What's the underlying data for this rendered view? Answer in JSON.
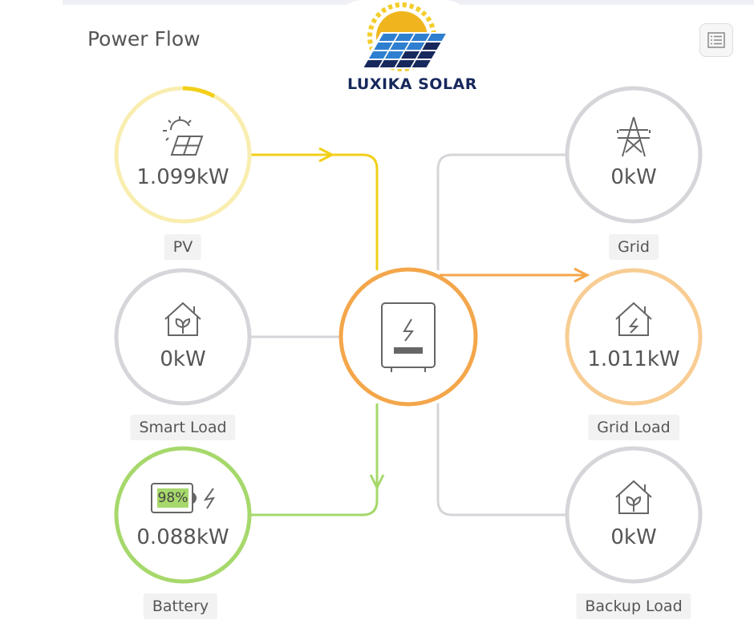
{
  "header": {
    "title": "Power Flow",
    "logo_text": "LUXIKA SOLAR",
    "menu_icon": "list-icon"
  },
  "nodes": {
    "pv": {
      "label": "PV",
      "value": "1.099kW",
      "icon": "solar-panel-icon"
    },
    "smart_load": {
      "label": "Smart Load",
      "value": "0kW",
      "icon": "house-leaf-icon"
    },
    "battery": {
      "label": "Battery",
      "value": "0.088kW",
      "soc": "98%",
      "icon": "battery-charging-icon"
    },
    "grid": {
      "label": "Grid",
      "value": "0kW",
      "icon": "power-tower-icon"
    },
    "grid_load": {
      "label": "Grid Load",
      "value": "1.011kW",
      "icon": "house-bolt-icon"
    },
    "backup_load": {
      "label": "Backup Load",
      "value": "0kW",
      "icon": "house-leaf-icon"
    },
    "inverter": {
      "icon": "inverter-icon"
    }
  },
  "colors": {
    "pv": "#f2cf1a",
    "pv_light": "#f9eeb0",
    "battery": "#a6d86b",
    "inverter": "#f4a64a",
    "grid_load": "#f8cd93",
    "idle": "#d6d6da"
  }
}
